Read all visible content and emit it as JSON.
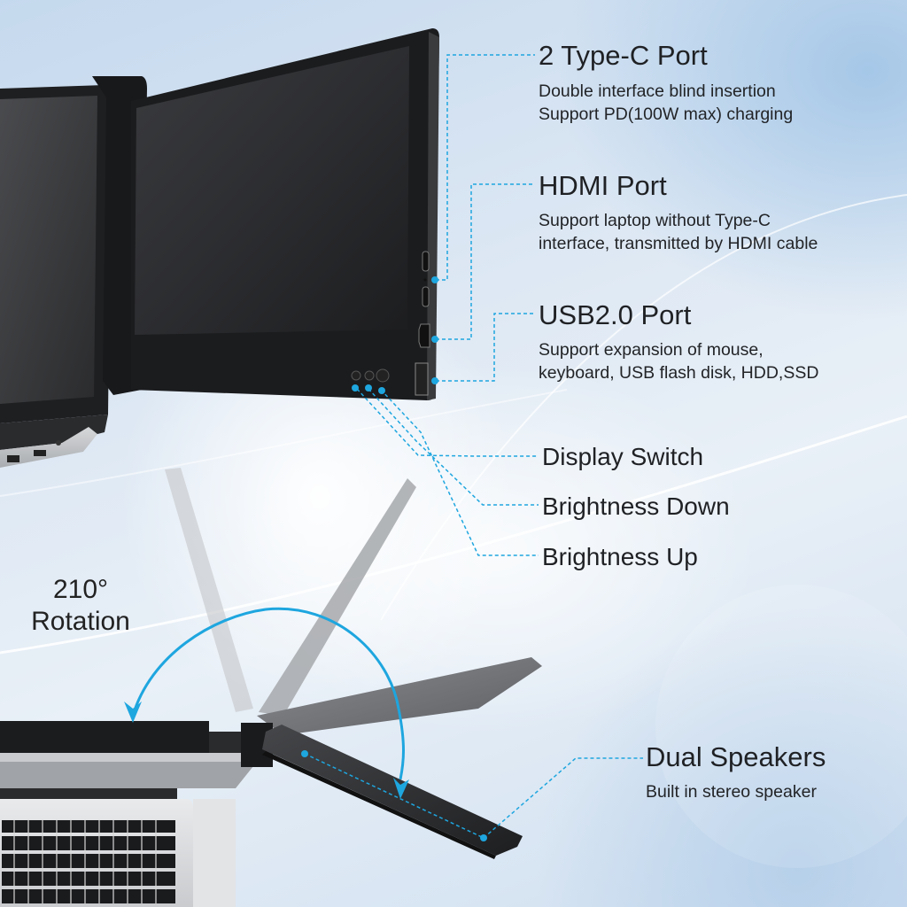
{
  "features": {
    "type_c": {
      "title": "2 Type-C Port",
      "desc_line1": "Double interface blind insertion",
      "desc_line2": "Support PD(100W max) charging"
    },
    "hdmi": {
      "title": "HDMI Port",
      "desc_line1": "Support laptop without Type-C",
      "desc_line2": "interface, transmitted by HDMI cable"
    },
    "usb": {
      "title": "USB2.0 Port",
      "desc_line1": "Support expansion of mouse,",
      "desc_line2": "keyboard, USB flash disk, HDD,SSD"
    },
    "buttons": [
      {
        "label": "Display Switch"
      },
      {
        "label": "Brightness Down"
      },
      {
        "label": "Brightness Up"
      }
    ],
    "speakers": {
      "title": "Dual Speakers",
      "desc": "Built in stereo speaker"
    }
  },
  "rotation": {
    "degrees": "210°",
    "label": "Rotation"
  },
  "colors": {
    "accent": "#1ea6df",
    "text": "#1f2124",
    "monitor_dark": "#1c1d1f"
  }
}
